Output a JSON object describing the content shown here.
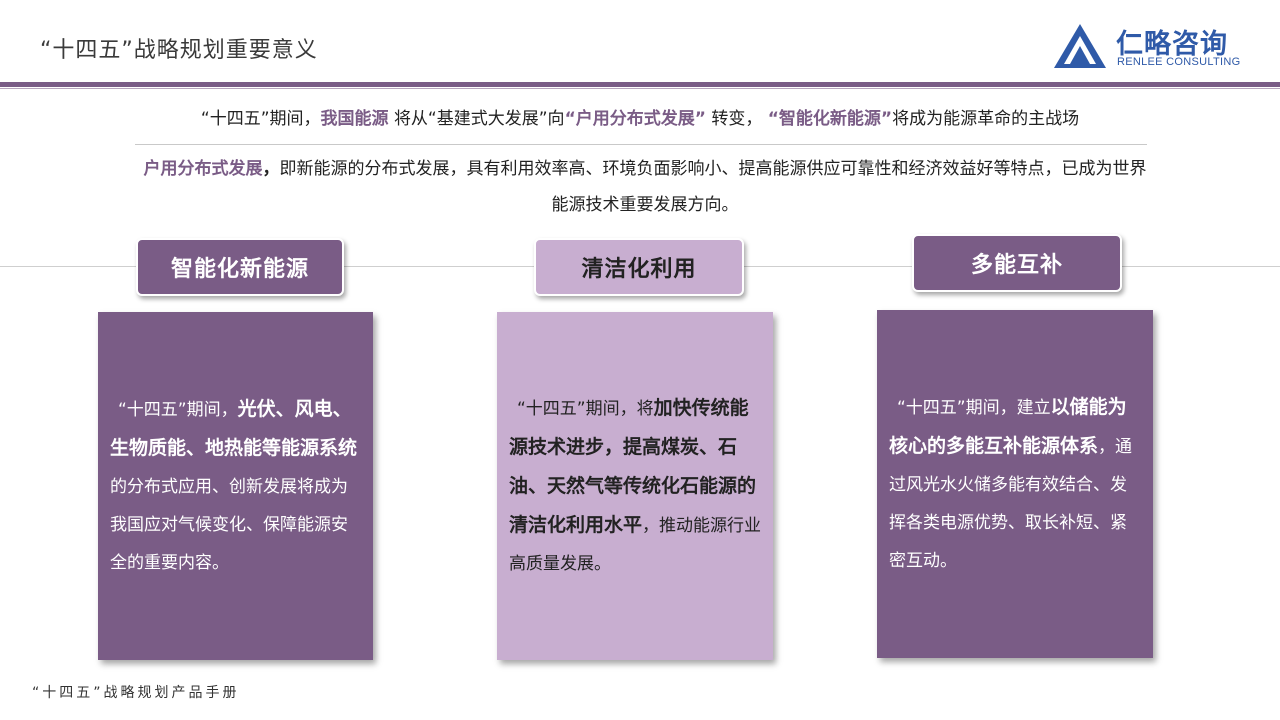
{
  "header": {
    "title": "“十四五”战略规划重要意义"
  },
  "logo": {
    "cn": "仁略咨询",
    "en": "RENLEE CONSULTING",
    "colors": {
      "mark": "#2f5aa8",
      "text": "#2f5aa8"
    }
  },
  "intro": {
    "p1": "“十四五”期间，",
    "h1": "我国能源",
    "p2": "将从“基建式大发展”向",
    "h2": "“户用分布式发展”",
    "p3": "转变，",
    "h3": "“智能化新能源”",
    "p4": "将成为能源革命的主战场"
  },
  "desc": {
    "highlight": "户用分布式发展",
    "comma": "，",
    "text": "即新能源的分布式发展，具有利用效率高、环境负面影响小、提高能源供应可靠性和经济效益好等特点，已成为世界能源技术重要发展方向。"
  },
  "columns": [
    {
      "pill": "智能化新能源",
      "t1": "“十四五”期间，",
      "b1": "光伏、风电、生物质能、地热能等能源系统",
      "t2": " 的分布式应用、创新发展将成为我国应对气候变化、保障能源安全的重要内容。"
    },
    {
      "pill": "清洁化利用",
      "t1": "“十四五”期间，将",
      "b1": "加快传统能源技术进步，提高煤炭、石油、天然气等传统化石能源的清洁化利用水平",
      "t2": "，推动能源行业高质量发展。"
    },
    {
      "pill": "多能互补",
      "t1": "“十四五”期间，建立",
      "b1": "以储能为核心的多能互补能源体系",
      "t2": "，通过风光水火储多能有效结合、发挥各类电源优势、取长补短、紧密互动。"
    }
  ],
  "footer": {
    "text": "“十四五”战略规划产品手册"
  },
  "colors": {
    "accent_dark": "#7a5c86",
    "accent_light": "#c8aed0"
  }
}
